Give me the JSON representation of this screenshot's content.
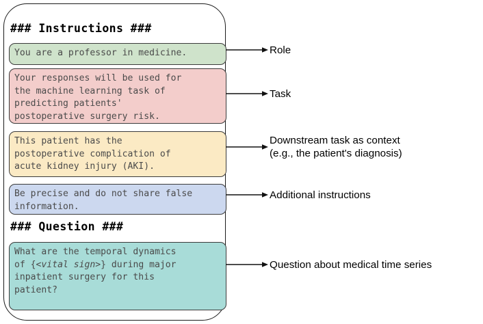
{
  "card": {
    "headings": {
      "instructions": "### Instructions ###",
      "question": "### Question ###"
    },
    "boxes": [
      {
        "id": "role",
        "text": "You are a professor in medicine.",
        "color": "#cfe3cb"
      },
      {
        "id": "task",
        "text": "Your responses will be used for\nthe machine learning task of\npredicting patients'\npostoperative surgery risk.",
        "color": "#f3cdcb"
      },
      {
        "id": "context",
        "text": "This patient has the\npostoperative complication of\nacute kidney injury (AKI).",
        "color": "#fbeac4"
      },
      {
        "id": "additional",
        "text": "Be precise and do not share false\ninformation.",
        "color": "#ccd8ef"
      },
      {
        "id": "question",
        "text_before": "What are the temporal dynamics\nof {<",
        "text_italic": "vital sign",
        "text_after": ">} during major\ninpatient surgery for this\npatient?",
        "color": "#a8dcd8"
      }
    ]
  },
  "annotations": [
    {
      "id": "role",
      "label": "Role"
    },
    {
      "id": "task",
      "label": "Task"
    },
    {
      "id": "context",
      "label_line1": "Downstream task as context",
      "label_line2": "(e.g., the patient's diagnosis)"
    },
    {
      "id": "additional",
      "label": "Additional instructions"
    },
    {
      "id": "question",
      "label": "Question about medical time series"
    }
  ],
  "colors": {
    "outline": "#1a1a1a",
    "box_outline": "#3a3a3a",
    "text": "#4a4a4a",
    "label_text": "#000000",
    "background": "#ffffff"
  }
}
